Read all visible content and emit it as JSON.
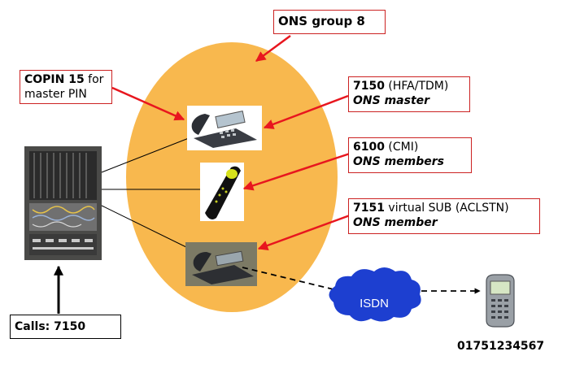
{
  "group_label": "ONS group 8",
  "copin": {
    "bold": "COPIN 15",
    "rest": " for",
    "line2": "master PIN"
  },
  "phone_7150": {
    "number": "7150",
    "type": " (HFA/TDM)",
    "role": "ONS master"
  },
  "phone_6100": {
    "number": "6100",
    "type": " (CMI)",
    "role": "ONS members"
  },
  "phone_7151": {
    "number": "7151",
    "type": " virtual SUB (ACLSTN)",
    "role": "ONS member"
  },
  "calls_label": "Calls: 7150",
  "cloud_label": "ISDN",
  "mobile_number": "01751234567",
  "colors": {
    "group_fill": "#f8b84e",
    "label_border": "#cc2222",
    "arrow": "#e8161e",
    "cloud": "#1d3fd0"
  },
  "icons": [
    "rack-icon",
    "desk-phone-icon",
    "dect-handset-icon",
    "virtual-phone-icon",
    "isdn-cloud-icon",
    "mobile-phone-icon"
  ]
}
